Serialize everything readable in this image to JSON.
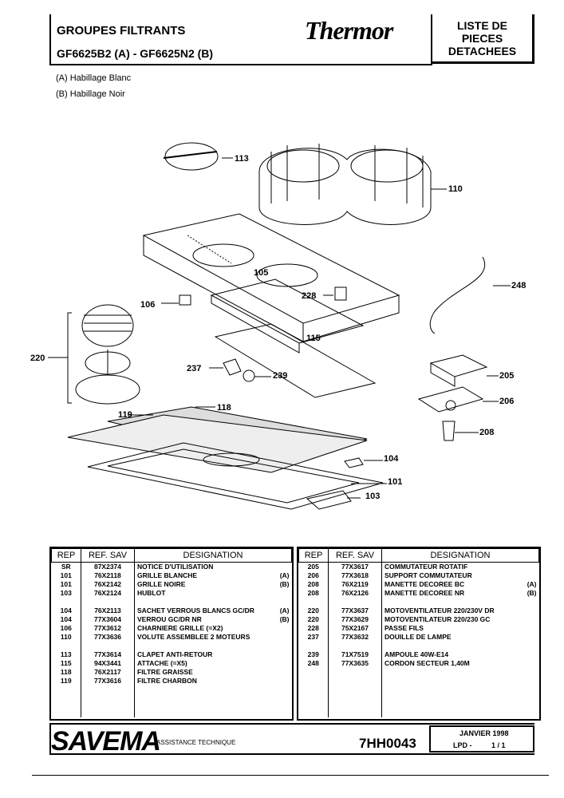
{
  "header": {
    "title_line1": "GROUPES FILTRANTS",
    "title_line2": "GF6625B2 (A) - GF6625N2 (B)",
    "brand": "Thermor",
    "doc_type_line1": "LISTE DE",
    "doc_type_line2": "PIECES",
    "doc_type_line3": "DETACHEES"
  },
  "notes": [
    "(A) Habillage Blanc",
    "(B) Habillage Noir"
  ],
  "callouts": {
    "c113": "113",
    "c110": "110",
    "c248": "248",
    "c105": "105",
    "c228": "228",
    "c106": "106",
    "c115": "115",
    "c220": "220",
    "c237": "237",
    "c239": "239",
    "c205": "205",
    "c206": "206",
    "c118": "118",
    "c119": "119",
    "c208": "208",
    "c104": "104",
    "c101": "101",
    "c103": "103"
  },
  "table": {
    "headers": {
      "rep": "REP",
      "ref": "REF. SAV",
      "designation": "DESIGNATION"
    },
    "left": [
      [
        "SR",
        "87X2374",
        "NOTICE D'UTILISATION",
        ""
      ],
      [
        "101",
        "76X2118",
        "GRILLE BLANCHE",
        "(A)"
      ],
      [
        "101",
        "76X2142",
        "GRILLE NOIRE",
        "(B)"
      ],
      [
        "103",
        "76X2124",
        "HUBLOT",
        ""
      ],
      [
        "",
        "",
        "",
        ""
      ],
      [
        "104",
        "76X2113",
        "SACHET VERROUS BLANCS GC/DR",
        "(A)"
      ],
      [
        "104",
        "77X3604",
        "VERROU GC/DR NR",
        "(B)"
      ],
      [
        "106",
        "77X3612",
        "CHARNIERE GRILLE (=X2)",
        ""
      ],
      [
        "110",
        "77X3636",
        "VOLUTE ASSEMBLEE 2 MOTEURS",
        ""
      ],
      [
        "",
        "",
        "",
        ""
      ],
      [
        "113",
        "77X3614",
        "CLAPET ANTI-RETOUR",
        ""
      ],
      [
        "115",
        "94X3441",
        "ATTACHE (=X5)",
        ""
      ],
      [
        "118",
        "76X2117",
        "FILTRE GRAISSE",
        ""
      ],
      [
        "119",
        "77X3616",
        "FILTRE CHARBON",
        ""
      ]
    ],
    "right": [
      [
        "205",
        "77X3617",
        "COMMUTATEUR ROTATIF",
        ""
      ],
      [
        "206",
        "77X3618",
        "SUPPORT COMMUTATEUR",
        ""
      ],
      [
        "208",
        "76X2119",
        "MANETTE DECOREE BC",
        "(A)"
      ],
      [
        "208",
        "76X2126",
        "MANETTE DECOREE NR",
        "(B)"
      ],
      [
        "",
        "",
        "",
        ""
      ],
      [
        "220",
        "77X3637",
        "MOTOVENTILATEUR 220/230V DR",
        ""
      ],
      [
        "220",
        "77X3629",
        "MOTOVENTILATEUR 220/230 GC",
        ""
      ],
      [
        "228",
        "75X2167",
        "PASSE FILS",
        ""
      ],
      [
        "237",
        "77X3632",
        "DOUILLE DE LAMPE",
        ""
      ],
      [
        "",
        "",
        "",
        ""
      ],
      [
        "239",
        "71X7519",
        "AMPOULE 40W-E14",
        ""
      ],
      [
        "248",
        "77X3635",
        "CORDON SECTEUR 1,40M",
        ""
      ],
      [
        "",
        "",
        "",
        ""
      ],
      [
        "",
        "",
        "",
        ""
      ]
    ]
  },
  "footer": {
    "company": "SAVEMA",
    "subtitle": "ASSISTANCE TECHNIQUE",
    "doc_number": "7HH0043",
    "date": "JANVIER 1998",
    "lpd_label": "LPD -",
    "page": "1 / 1"
  }
}
